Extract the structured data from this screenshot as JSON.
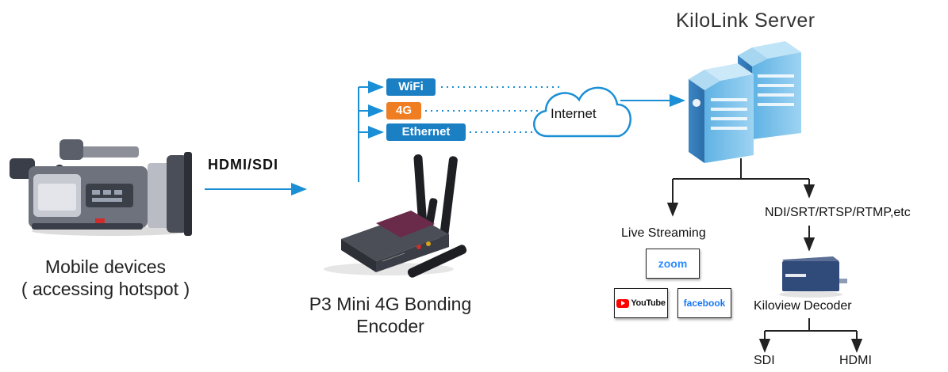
{
  "title": "KiloLink Server",
  "source": {
    "line1": "Mobile devices",
    "line2": "( accessing hotspot )"
  },
  "signal_label": "HDMI/SDI",
  "encoder": {
    "line1": "P3 Mini 4G Bonding",
    "line2": "Encoder"
  },
  "links": [
    {
      "label": "WiFi",
      "color": "#1b7fc4"
    },
    {
      "label": "4G",
      "color": "#ef7d22"
    },
    {
      "label": "Ethernet",
      "color": "#1b7fc4"
    }
  ],
  "cloud_label": "Internet",
  "live_streaming": {
    "label": "Live Streaming",
    "platforms": [
      {
        "name": "zoom",
        "color": "#2d8cff"
      },
      {
        "name": "YouTube",
        "color": "#111111",
        "accent": "#ff0000"
      },
      {
        "name": "facebook",
        "color": "#1877f2"
      }
    ]
  },
  "protocols": "NDI/SRT/RTSP/RTMP,etc",
  "decoder": "Kiloview Decoder",
  "outputs": [
    "SDI",
    "HDMI"
  ],
  "colors": {
    "arrow": "#1b8fd6",
    "flow": "#222222",
    "server": "#7fc3ea"
  }
}
